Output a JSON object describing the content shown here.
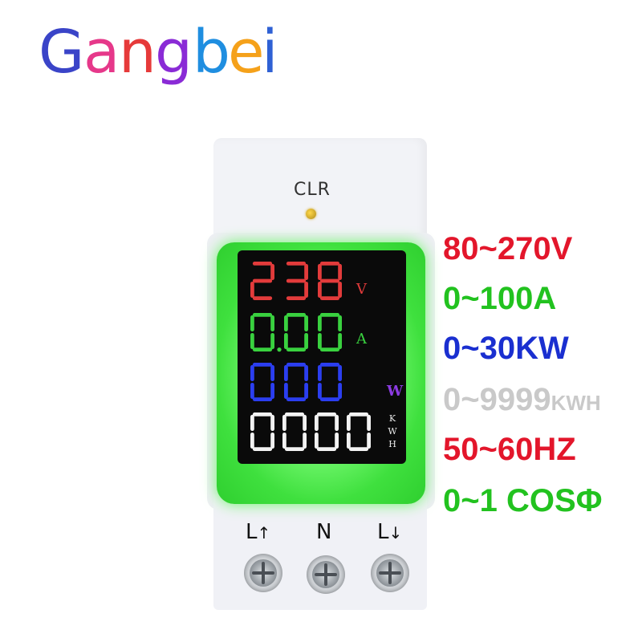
{
  "logo": {
    "letters": [
      "G",
      "a",
      "n",
      "g",
      "b",
      "e",
      "i"
    ],
    "colors": [
      "#3a44c8",
      "#e6388a",
      "#e63a3a",
      "#8a2bd6",
      "#1f8ee0",
      "#f5a11a",
      "#2f61d4"
    ]
  },
  "meter": {
    "clr_label": "CLR",
    "display": {
      "voltage": {
        "value": "238",
        "unit": "V",
        "color": "#e23b3b"
      },
      "current": {
        "value": "0.00",
        "unit": "A",
        "color": "#39d13f"
      },
      "power": {
        "value": "000",
        "unit": "W",
        "color": "#2b3ef0"
      },
      "energy": {
        "value": "0000",
        "unit_lines": [
          "K",
          "W",
          "H"
        ],
        "color": "#f2f2f2"
      }
    },
    "terminals": [
      {
        "label": "L",
        "arrow": "↑"
      },
      {
        "label": "N",
        "arrow": ""
      },
      {
        "label": "L",
        "arrow": "↓"
      }
    ]
  },
  "specs": {
    "voltage_range": "80~270V",
    "current_range": "0~100A",
    "power_range": "0~30KW",
    "energy_range_num": "0~9999",
    "energy_range_unit": "KWH",
    "frequency_range": "50~60HZ",
    "power_factor_range": "0~1 COSΦ"
  }
}
